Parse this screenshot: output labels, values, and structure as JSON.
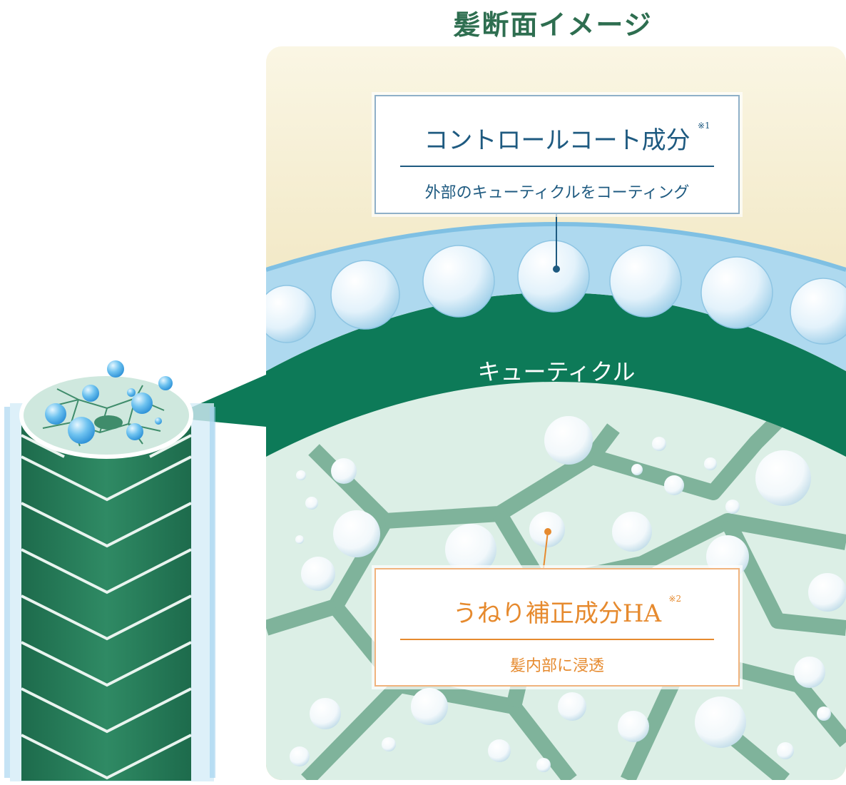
{
  "title": "髪断面イメージ",
  "top_label": {
    "heading": "コントロールコート成分",
    "note": "※1",
    "description": "外部のキューティクルをコーティング"
  },
  "cuticle_label": "キューティクル",
  "bottom_label": {
    "heading": "うねり補正成分HA",
    "note": "※2",
    "description": "髪内部に浸透"
  },
  "colors": {
    "title": "#2e6e50",
    "cuticle": "#0d7a58",
    "coat": "#1e5a80",
    "ha": "#e68a2e",
    "cortex": "#dcefe6"
  }
}
